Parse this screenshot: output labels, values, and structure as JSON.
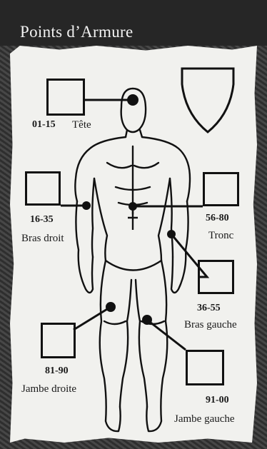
{
  "title": "Points d’Armure",
  "locations": [
    {
      "id": "tete",
      "range": "01-15",
      "name": "Tête"
    },
    {
      "id": "bras-droit",
      "range": "16-35",
      "name": "Bras droit"
    },
    {
      "id": "tronc",
      "range": "56-80",
      "name": "Tronc"
    },
    {
      "id": "bras-gauche",
      "range": "36-55",
      "name": "Bras gauche"
    },
    {
      "id": "jambe-droite",
      "range": "81-90",
      "name": "Jambe droite"
    },
    {
      "id": "jambe-gauche",
      "range": "91-00",
      "name": "Jambe gauche"
    }
  ],
  "colors": {
    "ink": "#111111",
    "paper": "#f1f1ee",
    "frame": "#3b3b3b",
    "title_bar": "#262626"
  }
}
